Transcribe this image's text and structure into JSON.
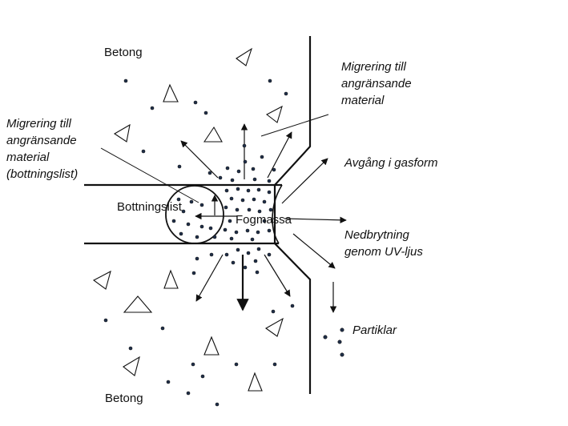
{
  "labels": {
    "concrete_top": "Betong",
    "concrete_bottom": "Betong",
    "migration_right": [
      "Migrering till",
      "angränsande",
      "material"
    ],
    "migration_left": [
      "Migrering  till",
      "angränsande",
      "material",
      "(bottningslist)"
    ],
    "backer_rod": "Bottningslist",
    "sealant": "Fogmassa",
    "gas": "Avgång i gasform",
    "uv": [
      "Nedbrytning",
      "genom UV-ljus"
    ],
    "particles": "Partiklar"
  },
  "colors": {
    "line": "#111111",
    "dot_fill": "#1f2f4a",
    "dot_stroke": "#111111",
    "background": "#ffffff"
  }
}
